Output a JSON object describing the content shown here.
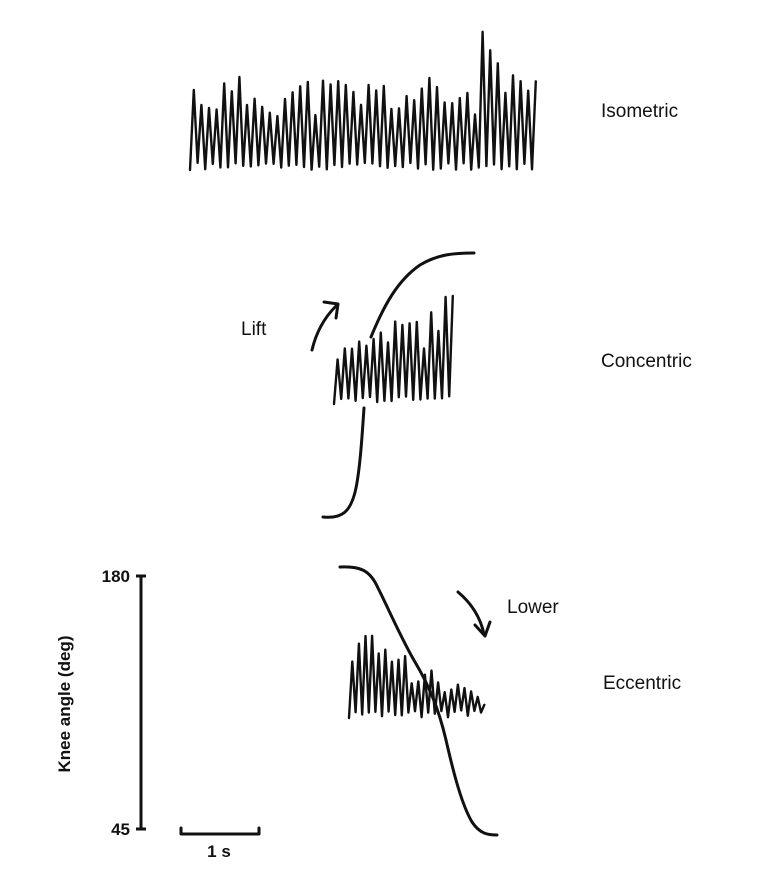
{
  "conditions": {
    "isometric": "Isometric",
    "concentric": "Concentric",
    "eccentric": "Eccentric"
  },
  "annotations": {
    "lift": "Lift",
    "lower": "Lower"
  },
  "axis": {
    "label": "Knee angle (deg)",
    "max": "180",
    "min": "45"
  },
  "scale_bar": {
    "label": "1 s"
  }
}
